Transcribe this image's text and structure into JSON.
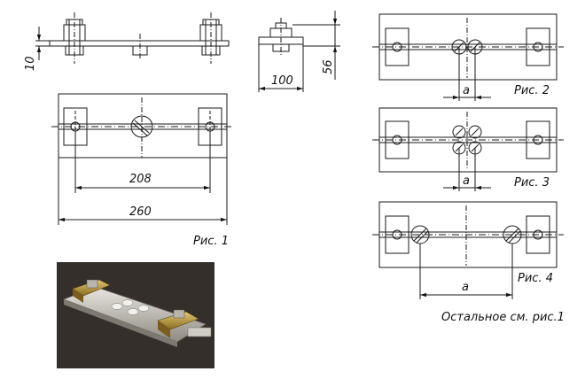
{
  "dimensions": {
    "d10": "10",
    "d100": "100",
    "d56": "56",
    "d208": "208",
    "d260": "260",
    "a2": "a",
    "a3": "a",
    "a4": "a"
  },
  "captions": {
    "fig1": "Рис. 1",
    "fig2": "Рис. 2",
    "fig3": "Рис. 3",
    "fig4": "Рис. 4",
    "note": "Остальное см. рис.1"
  },
  "colors": {
    "line": "#1a1a1a",
    "photo_bg": "#2e2a26",
    "metal": "#c9c6bf",
    "brass": "#c8a64a"
  }
}
